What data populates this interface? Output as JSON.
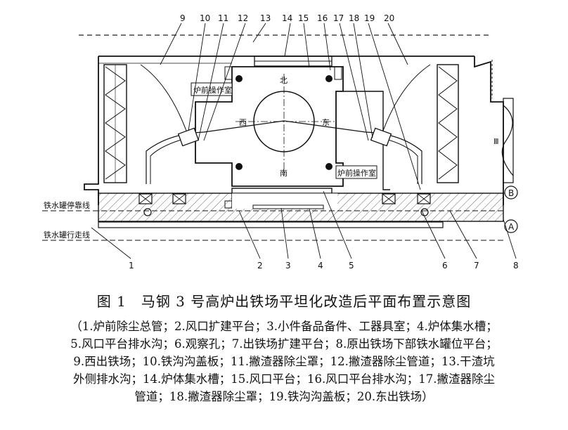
{
  "callouts": [
    "1",
    "2",
    "3",
    "4",
    "5",
    "6",
    "7",
    "8",
    "9",
    "10",
    "11",
    "12",
    "13",
    "14",
    "15",
    "16",
    "17",
    "18",
    "19",
    "20"
  ],
  "axis_markers": {
    "a": "A",
    "b": "B"
  },
  "directions": {
    "north": "北",
    "south": "南",
    "west": "西",
    "east": "东"
  },
  "labels": {
    "control_room_left": "炉前操作室",
    "control_room_right": "炉前操作室",
    "track_park": "铁水罐停靠线",
    "track_run": "铁水罐行走线",
    "symbol": "Ⅲ"
  },
  "caption": {
    "title": "图 1　马钢 3 号高炉出铁场平坦化改造后平面布置示意图",
    "legend_lines": [
      "（1.炉前除尘总管；2.风口扩建平台；3.小件备品备件、工器具室；4.炉体集水槽；",
      "5.风口平台排水沟；6.观察孔；7.出铁场扩建平台；8.原出铁场下部铁水罐位平台；",
      "9.西出铁场；10.铁沟沟盖板；11.撇渣器除尘罩；12.撇渣器除尘管道；13.干渣坑",
      "外侧排水沟；14.炉体集水槽；15.风口平台；16.风口平台排水沟；17.撇渣器除尘",
      "管道；18.撇渣器除尘罩；19.铁沟沟盖板；20.东出铁场）"
    ]
  }
}
